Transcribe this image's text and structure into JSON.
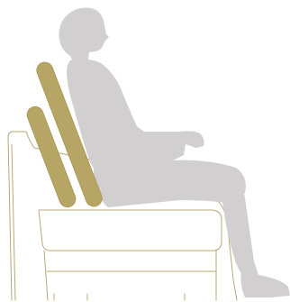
{
  "illustration": {
    "colors": {
      "background": "#ffffff",
      "silhouette": "#d1cfd0",
      "cushion_fill": "#b7a565",
      "cushion_edge": "#a89552",
      "sofa_outline": "#b8a877"
    },
    "elements": [
      "seated-person-silhouette",
      "back-support-cushion",
      "back-support-cushion",
      "sofa-outline"
    ]
  }
}
